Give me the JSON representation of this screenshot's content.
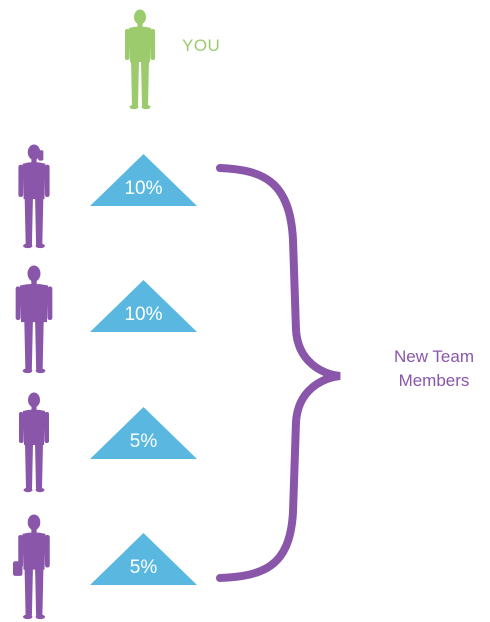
{
  "colors": {
    "you": "#9ccb6d",
    "team": "#8a56aa",
    "triangle": "#5ab8e0",
    "percent_text": "#ffffff"
  },
  "you": {
    "label": "YOU",
    "icon": "person-standing-icon"
  },
  "team": {
    "label_line1": "New Team",
    "label_line2": "Members",
    "members": [
      {
        "icon": "person-woman-phone-icon",
        "percent": "10%"
      },
      {
        "icon": "person-man-standing-icon",
        "percent": "10%"
      },
      {
        "icon": "person-woman-standing-icon",
        "percent": "5%"
      },
      {
        "icon": "person-woman-bag-icon",
        "percent": "5%"
      }
    ]
  }
}
